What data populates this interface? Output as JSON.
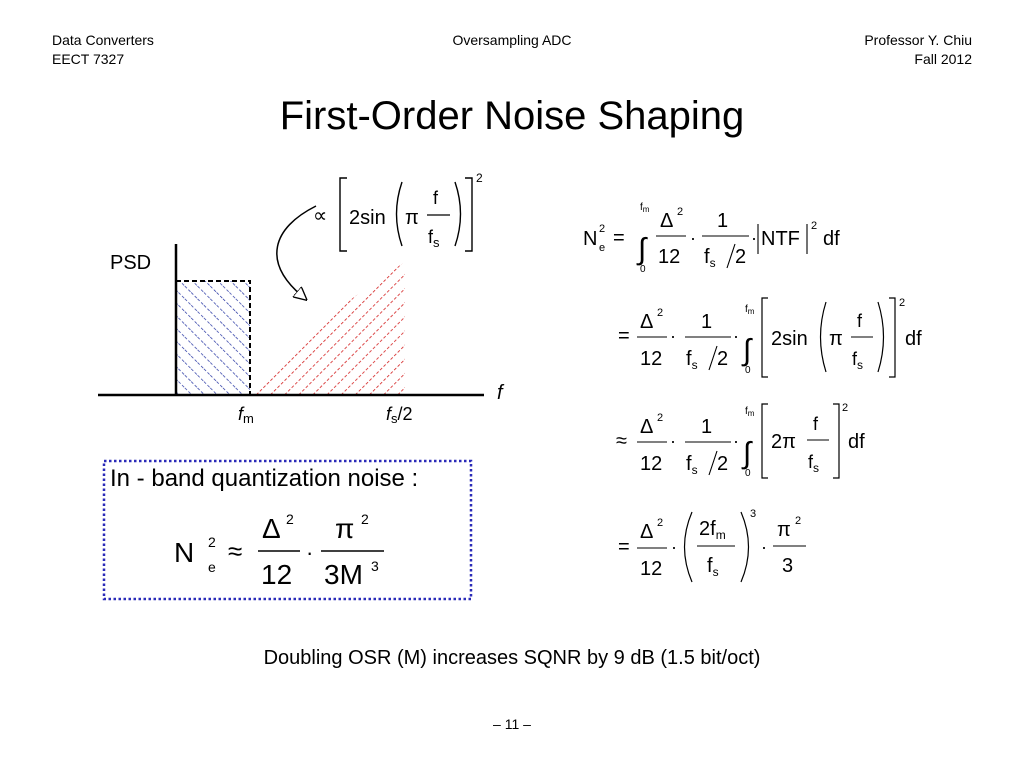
{
  "header": {
    "course": "Data Converters",
    "code": "EECT 7327",
    "topic": "Oversampling ADC",
    "instructor": "Professor Y. Chiu",
    "term": "Fall 2012"
  },
  "title": "First-Order Noise Shaping",
  "plot": {
    "y_label": "PSD",
    "x_label": "f",
    "tick_fm": "f",
    "tick_fm_sub": "m",
    "tick_fs": "f",
    "tick_fs_sub": "s",
    "tick_fs_suffix": "/2"
  },
  "ntf_expr": {
    "prop": "∝",
    "fn": "2sin",
    "pi": "π",
    "num": "f",
    "den": "f",
    "den_sub": "s",
    "power": "2"
  },
  "box": {
    "label": "In - band quantization noise :",
    "N": "N",
    "sup": "2",
    "sub": "e",
    "approx": "≈",
    "num1": "Δ",
    "num1_sup": "2",
    "den1": "12",
    "dot": "·",
    "num2": "π",
    "num2_sup": "2",
    "den2": "3M",
    "den2_sup": "3"
  },
  "eq1": {
    "N": "N",
    "sup": "2",
    "sub": "e",
    "eq": "=",
    "int_upper": "f",
    "int_upper_sub": "m",
    "int_lower": "0",
    "delta": "Δ",
    "delta_sup": "2",
    "twelve": "12",
    "one": "1",
    "fs": "f",
    "fs_sub": "s",
    "half": "2",
    "ntf": "NTF",
    "ntf_sup": "2",
    "df": "df",
    "dot": "·"
  },
  "eq2": {
    "eq": "=",
    "delta": "Δ",
    "delta_sup": "2",
    "twelve": "12",
    "one": "1",
    "fs": "f",
    "fs_sub": "s",
    "half": "2",
    "int_upper": "f",
    "int_upper_sub": "m",
    "int_lower": "0",
    "fn": "2sin",
    "pi": "π",
    "f": "f",
    "fs2": "f",
    "fs2_sub": "s",
    "power": "2",
    "df": "df",
    "dot": "·"
  },
  "eq3": {
    "approx": "≈",
    "delta": "Δ",
    "delta_sup": "2",
    "twelve": "12",
    "one": "1",
    "fs": "f",
    "fs_sub": "s",
    "half": "2",
    "int_upper": "f",
    "int_upper_sub": "m",
    "int_lower": "0",
    "twopi": "2π",
    "f": "f",
    "fs2": "f",
    "fs2_sub": "s",
    "power": "2",
    "df": "df",
    "dot": "·"
  },
  "eq4": {
    "eq": "=",
    "delta": "Δ",
    "delta_sup": "2",
    "twelve": "12",
    "num": "2f",
    "num_sub": "m",
    "den": "f",
    "den_sub": "s",
    "power": "3",
    "pi": "π",
    "pi_sup": "2",
    "three": "3",
    "dot": "·"
  },
  "caption": "Doubling OSR (M) increases SQNR by 9 dB (1.5 bit/oct)",
  "page_number": "– 11 –",
  "colors": {
    "inband_hatch": "#1f2fa0",
    "shaped_hatch": "#d42020",
    "box_border": "#2a2ab8"
  }
}
